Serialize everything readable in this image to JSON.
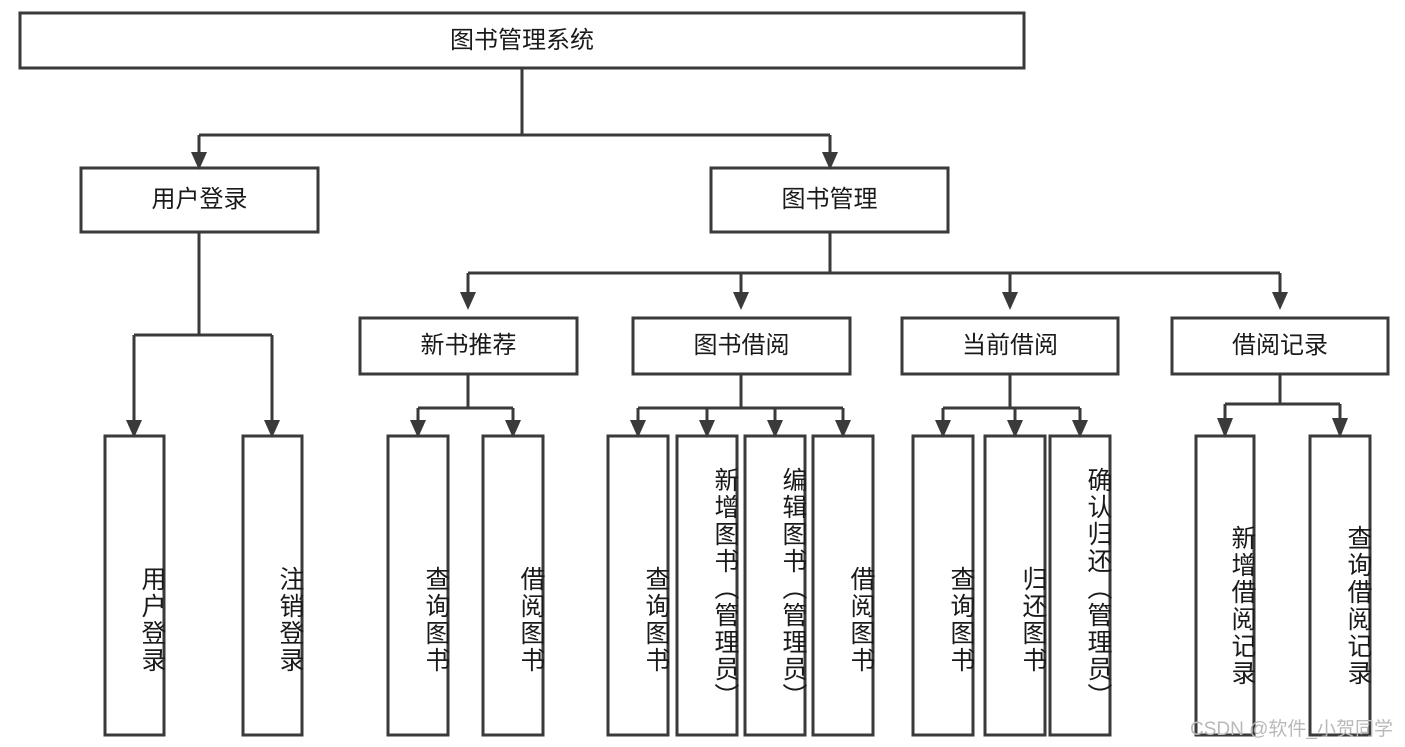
{
  "diagram": {
    "title": "图书管理系统",
    "type": "tree-hierarchy-chart",
    "orientation": "top-down",
    "colors": {
      "box_stroke": "#3a3a3a",
      "box_fill": "#ffffff",
      "connector": "#3a3a3a",
      "text": "#1a1a1a",
      "watermark": "#b9b9b9"
    },
    "root": {
      "label": "图书管理系统"
    },
    "level2": [
      {
        "label": "用户登录"
      },
      {
        "label": "图书管理"
      }
    ],
    "level3": [
      {
        "label": "新书推荐"
      },
      {
        "label": "图书借阅"
      },
      {
        "label": "当前借阅"
      },
      {
        "label": "借阅记录"
      }
    ],
    "leaves": {
      "user_login": [
        {
          "label": "用户登录"
        },
        {
          "label": "注销登录"
        }
      ],
      "new_book_recommend": [
        {
          "label": "查询图书"
        },
        {
          "label": "借阅图书"
        }
      ],
      "book_borrow": [
        {
          "label": "查询图书"
        },
        {
          "label": "新增图书（管理员）"
        },
        {
          "label": "编辑图书（管理员）"
        },
        {
          "label": "借阅图书"
        }
      ],
      "current_borrow": [
        {
          "label": "查询图书"
        },
        {
          "label": "归还图书"
        },
        {
          "label": "确认归还（管理员）"
        }
      ],
      "borrow_records": [
        {
          "label": "新增借阅记录"
        },
        {
          "label": "查询借阅记录"
        }
      ]
    }
  },
  "watermark": {
    "text": "CSDN @软件_小贺同学"
  }
}
